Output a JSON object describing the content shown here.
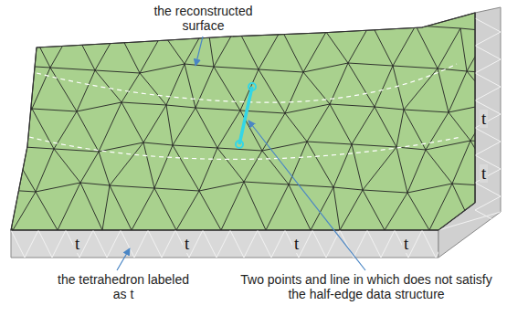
{
  "diagram": {
    "labels": [
      "the reconstructed surface",
      "t",
      "t",
      "t",
      "t",
      "t",
      "t",
      "the tetrahedron labeled as t",
      "Two points and line in which does not satisfy the half-edge data structure"
    ]
  }
}
